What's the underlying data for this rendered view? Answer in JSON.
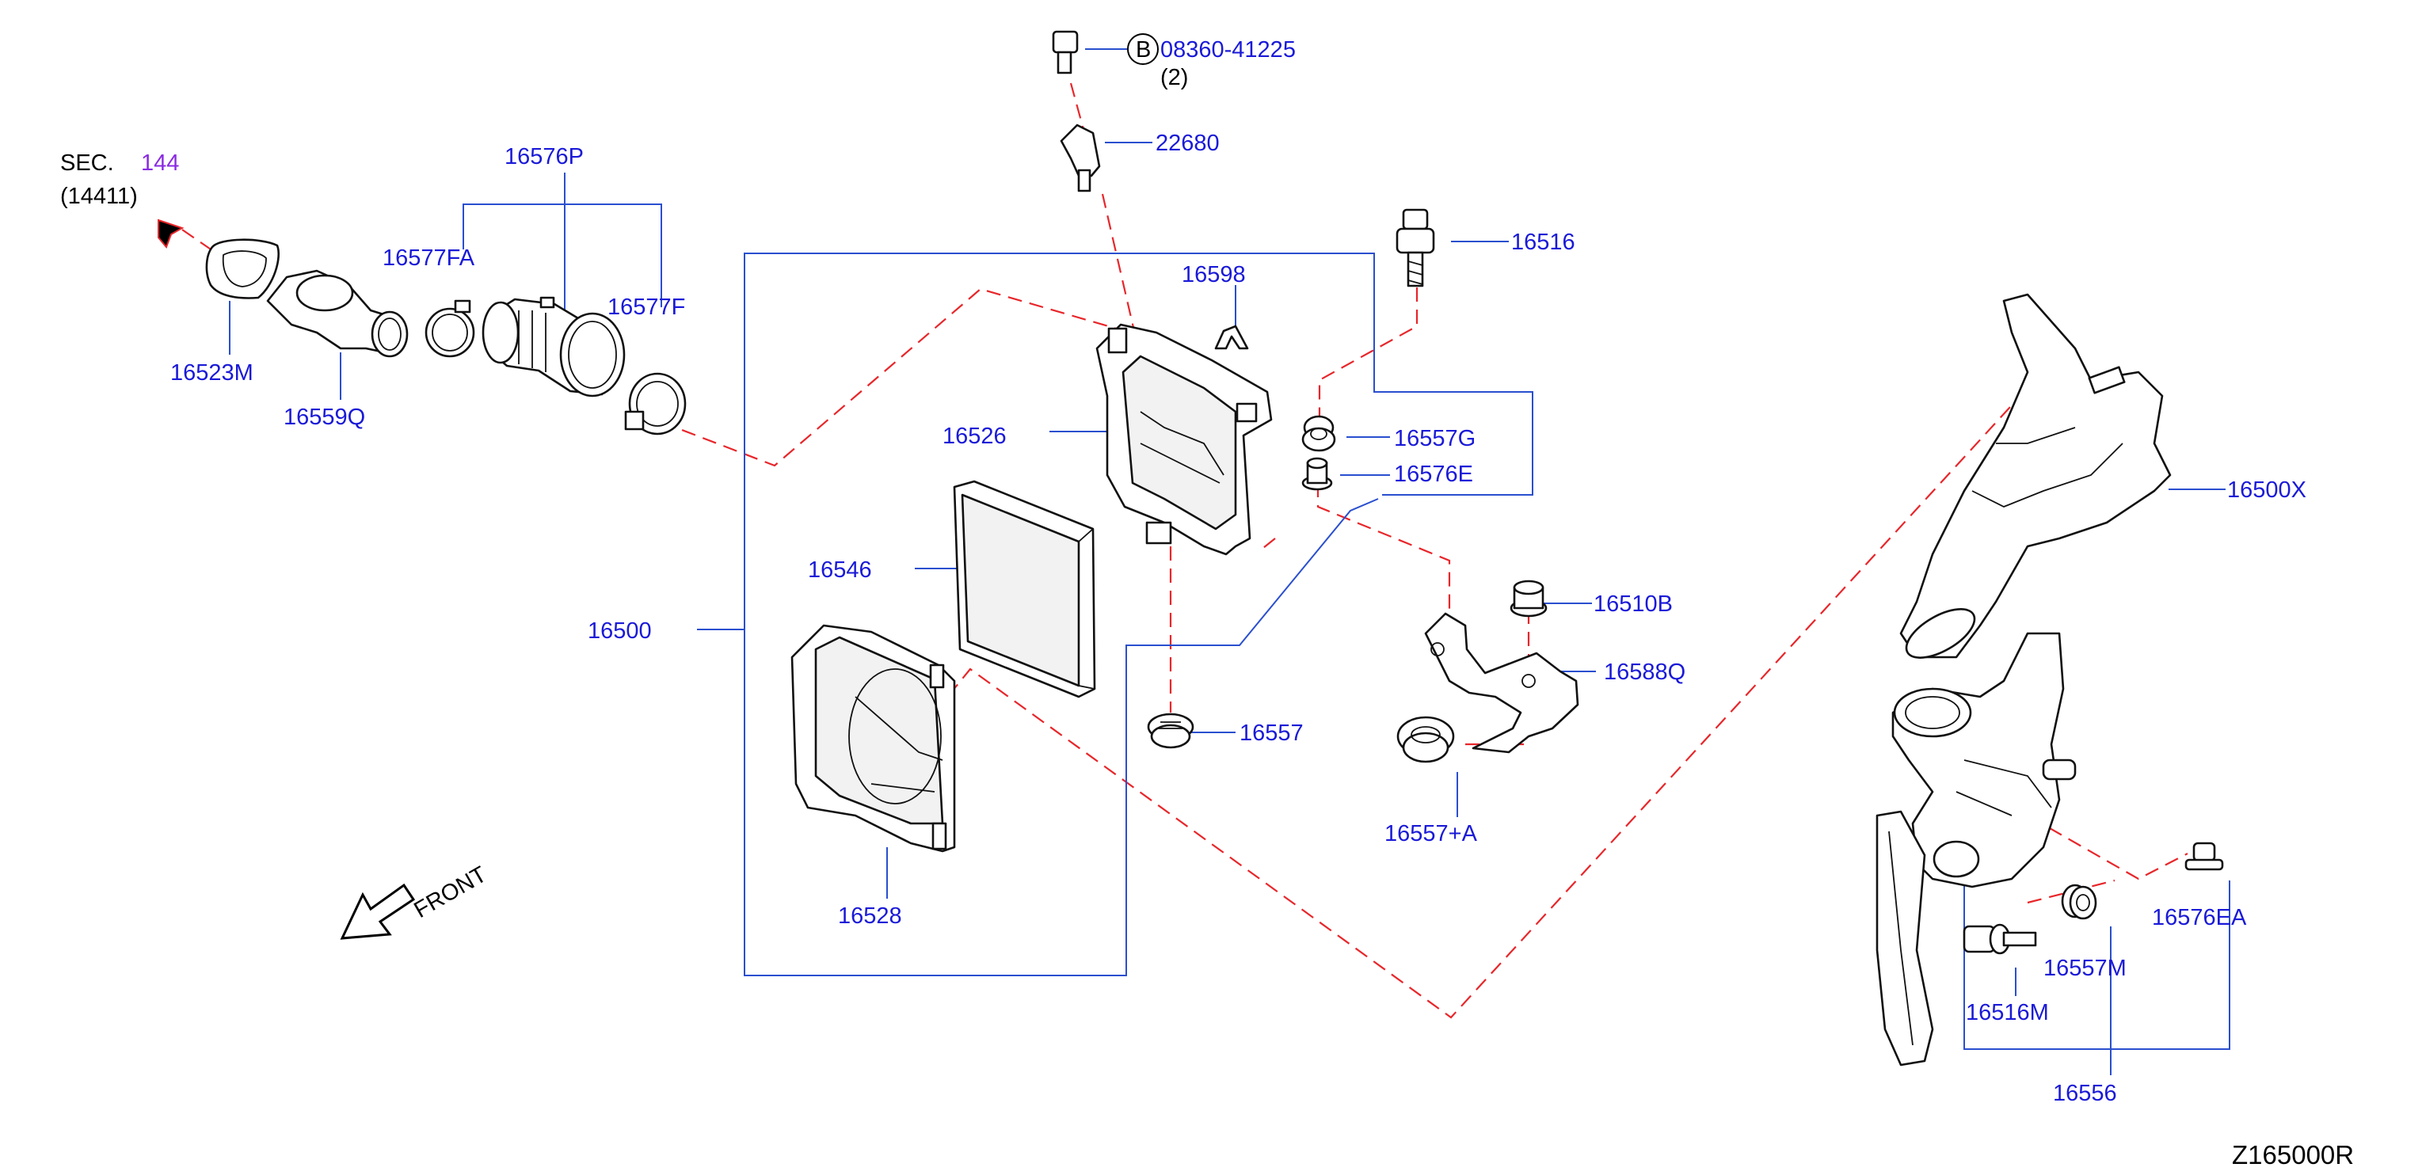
{
  "diagram": {
    "code": "Z165000R",
    "front_label": "FRONT",
    "section": {
      "prefix": "SEC.",
      "number": "144",
      "sub": "(14411)"
    },
    "bolt_b": {
      "circle_letter": "B",
      "number": "08360-41225",
      "qty": "(2)"
    },
    "parts": {
      "p16576P": "16576P",
      "p16577FA": "16577FA",
      "p16577F": "16577F",
      "p16523M": "16523M",
      "p16559Q": "16559Q",
      "p22680": "22680",
      "p16516": "16516",
      "p16598": "16598",
      "p16526": "16526",
      "p16557G": "16557G",
      "p16576E": "16576E",
      "p16546": "16546",
      "p16500": "16500",
      "p16510B": "16510B",
      "p16588Q": "16588Q",
      "p16557": "16557",
      "p16557A": "16557+A",
      "p16528": "16528",
      "p16500X": "16500X",
      "p16576EA": "16576EA",
      "p16557M": "16557M",
      "p16516M": "16516M",
      "p16556": "16556"
    },
    "colors": {
      "part_number": "#1a1ad8",
      "section_number": "#8a2be2",
      "leader_line": "#2a4fcf",
      "dashed_line": "#e8262a"
    }
  }
}
